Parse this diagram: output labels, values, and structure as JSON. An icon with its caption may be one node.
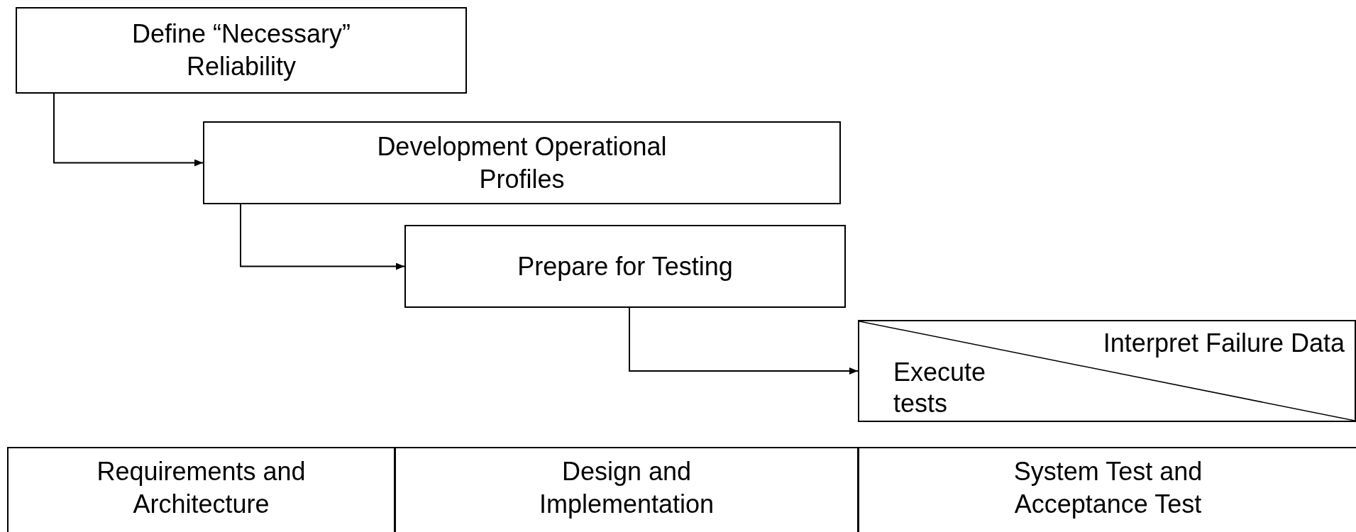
{
  "diagram": {
    "nodes": [
      {
        "text": [
          "Define “Necessary” Reliability"
        ]
      },
      {
        "text": [
          "Development Operational Profiles"
        ]
      },
      {
        "text": [
          "Prepare for Testing"
        ]
      },
      {
        "text": [
          "Execute tests",
          "Interpret Failure Data"
        ]
      },
      {
        "text": [
          "Requirements and Architecture"
        ]
      },
      {
        "text": [
          "Design and Implementation"
        ]
      },
      {
        "text": [
          "System Test and Acceptance Test"
        ]
      }
    ],
    "edges": [
      {
        "from": 0,
        "to": 1,
        "arrow": "to"
      },
      {
        "from": 1,
        "to": 2,
        "arrow": "to"
      },
      {
        "from": 2,
        "to": 3,
        "arrow": "to"
      }
    ]
  }
}
